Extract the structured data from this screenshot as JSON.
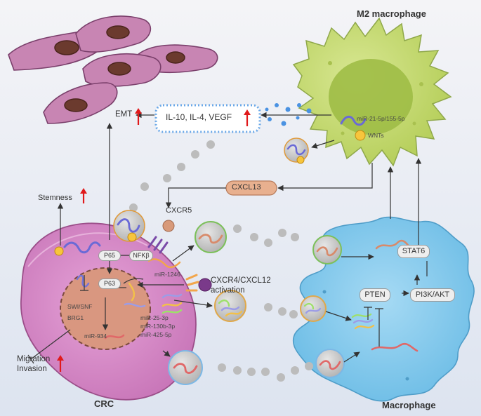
{
  "title_m2": "M2 macrophage",
  "title_crc": "CRC",
  "title_macrophage": "Macrophage",
  "emt": "EMT",
  "cytokines": "IL-10, IL-4, VEGF",
  "mir_m2": "miR-21-5p/155-5p",
  "wnts": "WNTs",
  "cxcl13": "CXCL13",
  "cxcr5": "CXCR5",
  "stemness": "Stemness",
  "p65": "P65",
  "nfkb": "NFKβ",
  "p63": "P63",
  "mir1246": "miR-1246",
  "cxcr4_line1": "CXCR4/CXCL12",
  "cxcr4_line2": "activation",
  "swi": "SWI/SNF",
  "brg1": "BRG1",
  "mir_list": [
    "miR-25-3p",
    "miR-130b-3p",
    "miR-425-5p"
  ],
  "mir934": "miR-934",
  "migration": "Migration",
  "invasion": "Invasion",
  "stat6": "STAT6",
  "pten": "PTEN",
  "pi3k": "PI3K/AKT",
  "colors": {
    "background_top": "#f2f2f6",
    "background_bottom": "#e0e6f1",
    "m2_cell": "#c9dc78",
    "crc_cell": "#d88cc8",
    "macrophage": "#8ecdee",
    "fibroblast_cell": "#c885b3",
    "cxcl13_pill": "#e8b08f",
    "up_arrow": "#e0191b"
  }
}
